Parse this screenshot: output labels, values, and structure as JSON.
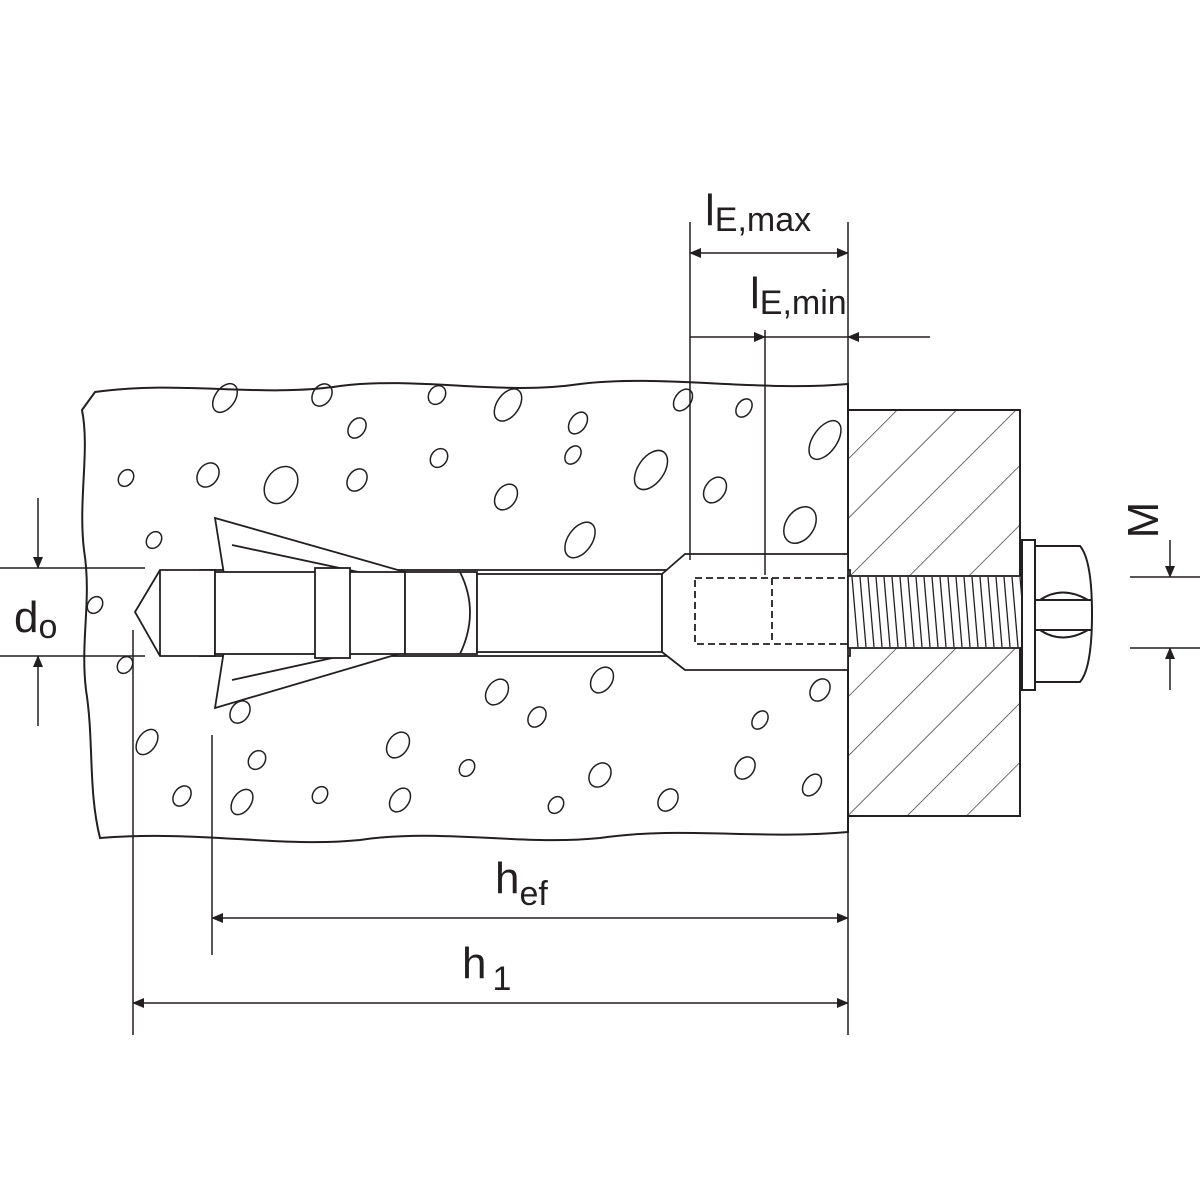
{
  "labels": {
    "le_max": {
      "main": "l",
      "sub": "E,max"
    },
    "le_min": {
      "main": "l",
      "sub": "E,min"
    },
    "m": "M",
    "d0": {
      "main": "d",
      "sub": "o"
    },
    "hef": {
      "main": "h",
      "sub": "ef"
    },
    "h1": {
      "main": "h",
      "sub": "1"
    }
  },
  "colors": {
    "line": "#231f20",
    "background": "#ffffff"
  }
}
